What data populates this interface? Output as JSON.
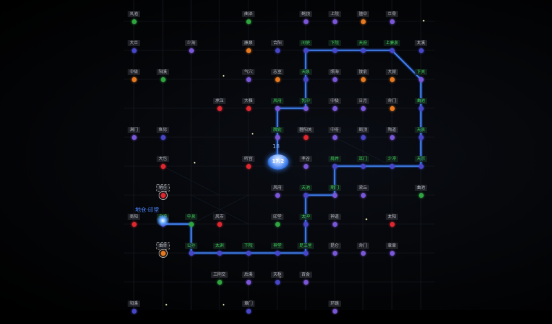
{
  "colors": {
    "red": "#e0272f",
    "blue": "#4746c8",
    "orange": "#e8791f",
    "green": "#2fa43f",
    "violet": "#7a56d8",
    "path_line": "#4a8dff"
  },
  "nodes": [
    {
      "label": "风池",
      "c": "green"
    },
    {
      "label": "曲泽",
      "c": "green"
    },
    {
      "label": "鹤顶",
      "c": "violet"
    },
    {
      "label": "上院",
      "c": "violet"
    },
    {
      "label": "膻中",
      "c": "orange"
    },
    {
      "label": "巨骨",
      "c": "violet"
    },
    {
      "label": "大巨",
      "c": "blue"
    },
    {
      "label": "少海",
      "c": "violet"
    },
    {
      "label": "廉泉",
      "c": "orange"
    },
    {
      "label": "合阳",
      "c": "blue"
    },
    {
      "label": "间使",
      "c": "blue",
      "p": 1
    },
    {
      "label": "下院",
      "c": "blue",
      "p": 1
    },
    {
      "label": "天府",
      "c": "blue",
      "p": 1
    },
    {
      "label": "上廉泉",
      "c": "blue",
      "p": 1
    },
    {
      "label": "太溪",
      "c": "blue"
    },
    {
      "label": "中极",
      "c": "orange"
    },
    {
      "label": "阳溪",
      "c": "green"
    },
    {
      "label": "气穴",
      "c": "violet"
    },
    {
      "label": "志室",
      "c": "orange"
    },
    {
      "label": "天泉",
      "c": "blue",
      "p": 1
    },
    {
      "label": "照海",
      "c": "violet"
    },
    {
      "label": "腰俞",
      "c": "orange"
    },
    {
      "label": "大赫",
      "c": "orange"
    },
    {
      "label": "下关",
      "c": "violet",
      "p": 1
    },
    {
      "label": "承泣",
      "c": "red"
    },
    {
      "label": "大椎",
      "c": "red"
    },
    {
      "label": "风府",
      "c": "violet",
      "p": 1
    },
    {
      "label": "乳中",
      "c": "violet",
      "p": 1
    },
    {
      "label": "中极",
      "c": "violet"
    },
    {
      "label": "日月",
      "c": "violet"
    },
    {
      "label": "命门",
      "c": "orange"
    },
    {
      "label": "曲池",
      "c": "blue",
      "p": 1
    },
    {
      "label": "渊门",
      "c": "violet"
    },
    {
      "label": "鱼际",
      "c": "blue"
    },
    {
      "label": "脾俞",
      "c": "violet",
      "p": 1
    },
    {
      "label": "膻阳关",
      "c": "red"
    },
    {
      "label": "中府",
      "c": "violet"
    },
    {
      "label": "鹤顶",
      "c": "blue"
    },
    {
      "label": "陶道",
      "c": "violet"
    },
    {
      "label": "天泉",
      "c": "blue",
      "p": 1
    },
    {
      "label": "大包",
      "c": "red"
    },
    {
      "label": "听宫",
      "c": "red"
    },
    {
      "label": "率谷",
      "c": "violet"
    },
    {
      "label": "肩井",
      "c": "blue",
      "p": 1
    },
    {
      "label": "耳门",
      "c": "blue",
      "p": 1
    },
    {
      "label": "少冲",
      "c": "blue",
      "p": 1
    },
    {
      "label": "天宗",
      "c": "blue",
      "p": 1
    },
    {
      "label": "地仓",
      "c": "red",
      "sel": 1
    },
    {
      "label": "风府",
      "c": "violet"
    },
    {
      "label": "天池",
      "c": "blue",
      "p": 1
    },
    {
      "label": "期门",
      "c": "violet",
      "p": 1
    },
    {
      "label": "梁丘",
      "c": "violet"
    },
    {
      "label": "曲池",
      "c": "green"
    },
    {
      "label": "商阳",
      "c": "red"
    },
    {
      "label": "中冲",
      "c": "blue",
      "p": 1
    },
    {
      "label": "中泉",
      "c": "green",
      "p": 1
    },
    {
      "label": "风市",
      "c": "red"
    },
    {
      "label": "印堂",
      "c": "green"
    },
    {
      "label": "太冲",
      "c": "blue",
      "p": 1
    },
    {
      "label": "神道",
      "c": "violet"
    },
    {
      "label": "太阳",
      "c": "red"
    },
    {
      "label": "曲骨",
      "c": "orange",
      "sel": 1
    },
    {
      "label": "公孙",
      "c": "blue",
      "p": 1
    },
    {
      "label": "太渊",
      "c": "blue",
      "p": 1
    },
    {
      "label": "下院",
      "c": "blue",
      "p": 1
    },
    {
      "label": "神堂",
      "c": "blue",
      "p": 1
    },
    {
      "label": "足三里",
      "c": "blue",
      "p": 1
    },
    {
      "label": "昆仑",
      "c": "violet"
    },
    {
      "label": "命门",
      "c": "violet"
    },
    {
      "label": "章章",
      "c": "violet"
    },
    {
      "label": "三阴交",
      "c": "green"
    },
    {
      "label": "后溪",
      "c": "violet"
    },
    {
      "label": "天枢",
      "c": "blue"
    },
    {
      "label": "百会",
      "c": "violet"
    },
    {
      "label": "阳溪",
      "c": "blue"
    },
    {
      "label": "章门",
      "c": "blue"
    },
    {
      "label": "环跳",
      "c": "violet"
    }
  ],
  "player": {
    "level": "18",
    "value": "17.2"
  },
  "start": {
    "label": "地仓·印堂"
  }
}
